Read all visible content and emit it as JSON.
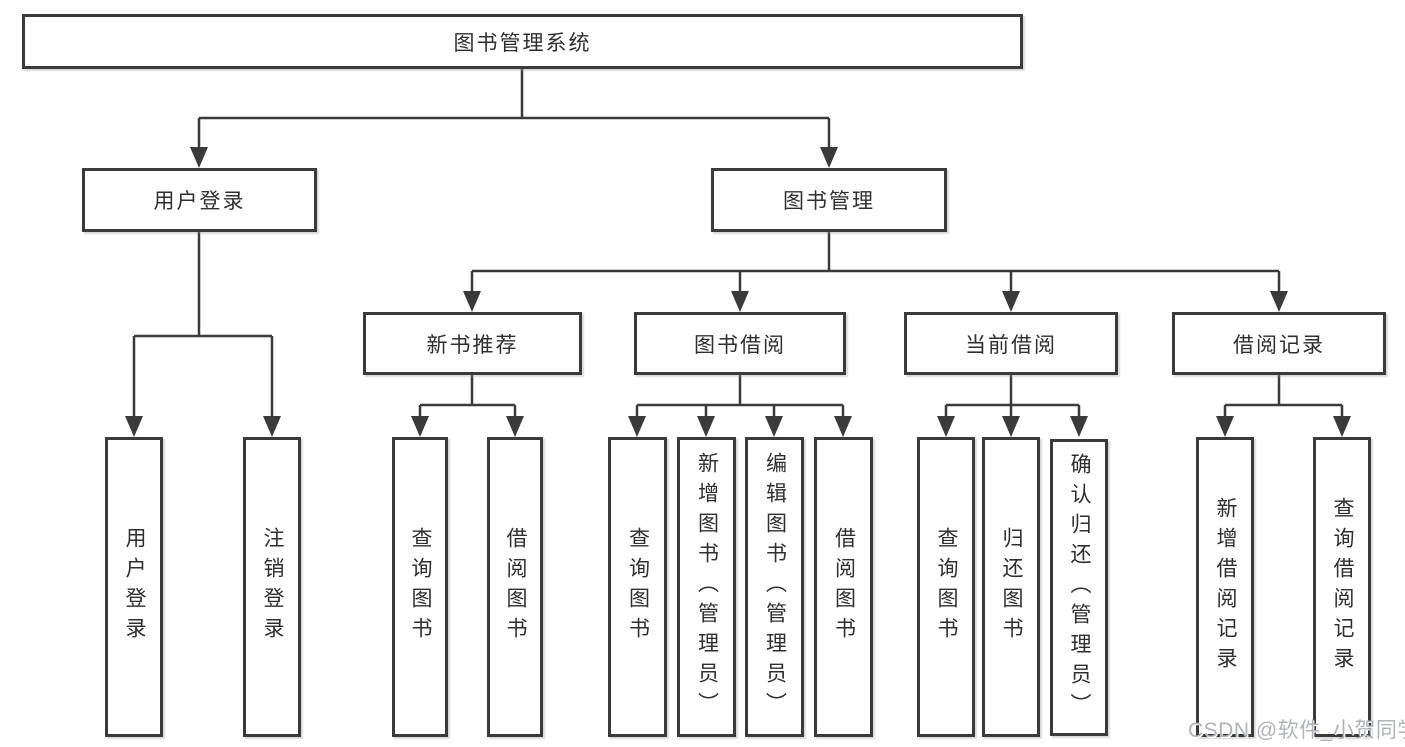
{
  "tree": {
    "root": {
      "label": "图书管理系统"
    },
    "level2": [
      {
        "label": "用户登录"
      },
      {
        "label": "图书管理"
      }
    ],
    "level3": [
      {
        "label": "新书推荐"
      },
      {
        "label": "图书借阅"
      },
      {
        "label": "当前借阅"
      },
      {
        "label": "借阅记录"
      }
    ],
    "leaves": {
      "user_login": [
        {
          "label": "用户登录"
        },
        {
          "label": "注销登录"
        }
      ],
      "new_book": [
        {
          "label": "查询图书"
        },
        {
          "label": "借阅图书"
        }
      ],
      "book_borrow": [
        {
          "label": "查询图书"
        },
        {
          "label": "新增图书（管理员）"
        },
        {
          "label": "编辑图书（管理员）"
        },
        {
          "label": "借阅图书"
        }
      ],
      "current_borrow": [
        {
          "label": "查询图书"
        },
        {
          "label": "归还图书"
        },
        {
          "label": "确认归还（管理员）"
        }
      ],
      "borrow_records": [
        {
          "label": "新增借阅记录"
        },
        {
          "label": "查询借阅记录"
        }
      ]
    }
  },
  "watermark": {
    "text": "CSDN @软件_小贺同学"
  },
  "colors": {
    "line": "#3a3a3a",
    "box_border": "#3a3a3a",
    "text": "#2f2f2f",
    "watermark": "#b0b3b8",
    "background": "#ffffff"
  }
}
